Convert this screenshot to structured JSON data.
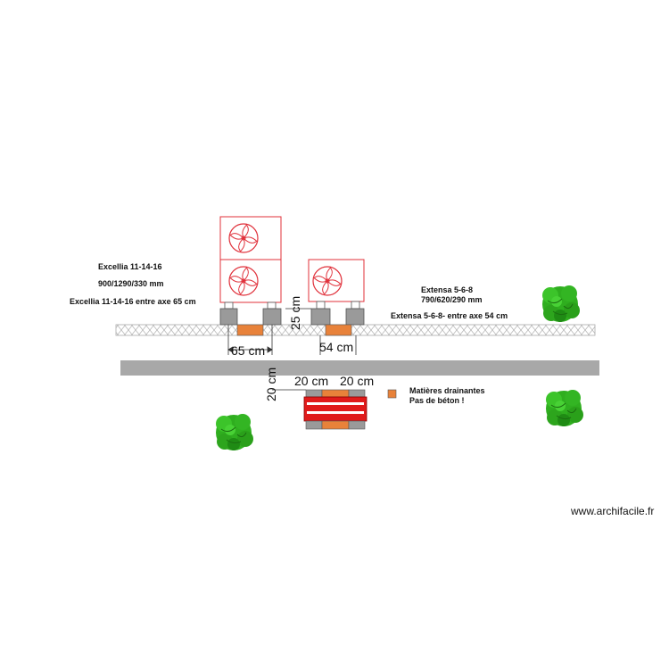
{
  "labels": {
    "excellia_model": "Excellia 11-14-16",
    "excellia_dims": "900/1290/330 mm",
    "excellia_axis": "Excellia 11-14-16  entre axe 65 cm",
    "extensa_model": "Extensa 5-6-8",
    "extensa_dims": "790/620/290 mm",
    "extensa_axis": "Extensa 5-6-8- entre axe 54 cm"
  },
  "dimensions": {
    "axis_65": "65 cm",
    "axis_54": "54 cm",
    "height_25": "25 cm",
    "gap_20_vertical": "20 cm",
    "gap_20_left": "20 cm",
    "gap_20_right": "20 cm"
  },
  "legend": {
    "line1": "Matières drainantes",
    "line2": "Pas de béton !",
    "color": "#e8823a"
  },
  "watermark": "www.archifacile.fr",
  "colors": {
    "unit_outline": "#e0303a",
    "support_grey": "#9a9a9a",
    "drainage_orange": "#e8823a",
    "wall_grey": "#a8a8a8",
    "bench_red": "#e01b1b",
    "tree_green": "#2fae1f"
  }
}
